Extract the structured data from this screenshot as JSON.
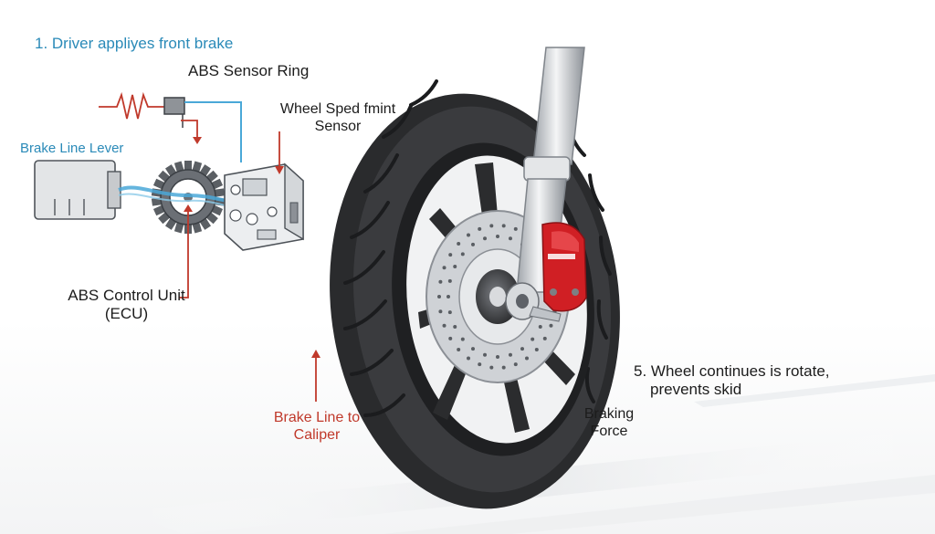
{
  "colors": {
    "step_blue": "#2a8ab8",
    "brake_line_blue": "#4aa8d8",
    "alert_red": "#c0392b",
    "label_dark": "#1c1c1c",
    "caliper_red": "#d01f24",
    "tire": "#2e2f31",
    "metal": "#c9ccd0"
  },
  "labels": {
    "step1": "1. Driver appliyes front brake",
    "sensor_ring": "ABS Sensor Ring",
    "wheel_speed": "Wheel Sped fmint Sensor",
    "brake_lever": "Brake Line Lever",
    "control_unit": "ABS Control Unit (ECU)",
    "brake_line_caliper": "Brake Line to Caliper",
    "braking_force": "Braking Force",
    "step5_line1": "5. Wheel continues is rotate,",
    "step5_line2": "prevents skid"
  },
  "icons": [
    "brake-lever-icon",
    "abs-sensor-ring-icon",
    "ecu-module-icon",
    "sensor-signal-icon",
    "motorcycle-wheel-icon",
    "brake-disc-icon",
    "brake-caliper-icon",
    "front-fork-icon"
  ]
}
